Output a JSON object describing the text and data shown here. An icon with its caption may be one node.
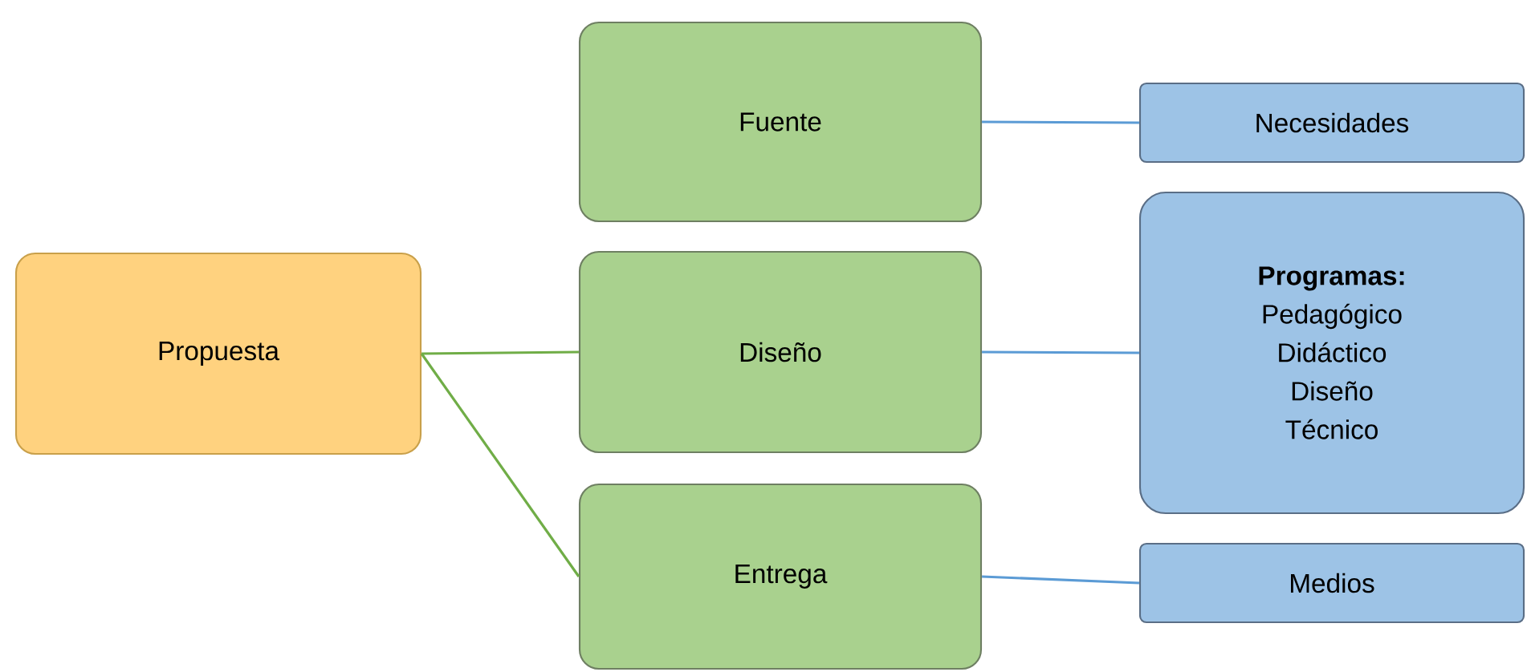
{
  "diagram": {
    "nodes": [
      {
        "text": [
          "Propuesta"
        ]
      },
      {
        "text": [
          "Fuente"
        ]
      },
      {
        "text": [
          "Diseño"
        ]
      },
      {
        "text": [
          "Entrega"
        ]
      },
      {
        "text": [
          "Necesidades"
        ]
      },
      {
        "text": [
          "Programas:",
          "Pedagógico",
          "Didáctico",
          "Diseño",
          "Técnico"
        ]
      },
      {
        "text": [
          "Medios"
        ]
      }
    ],
    "edges": [
      {
        "from": 0,
        "to": 2,
        "arrow": "none",
        "color": "#70ad47"
      },
      {
        "from": 0,
        "to": 3,
        "arrow": "none",
        "color": "#70ad47"
      },
      {
        "from": 1,
        "to": 4,
        "arrow": "none"
      },
      {
        "from": 2,
        "to": 5,
        "arrow": "none"
      },
      {
        "from": 3,
        "to": 6,
        "arrow": "none"
      }
    ]
  }
}
